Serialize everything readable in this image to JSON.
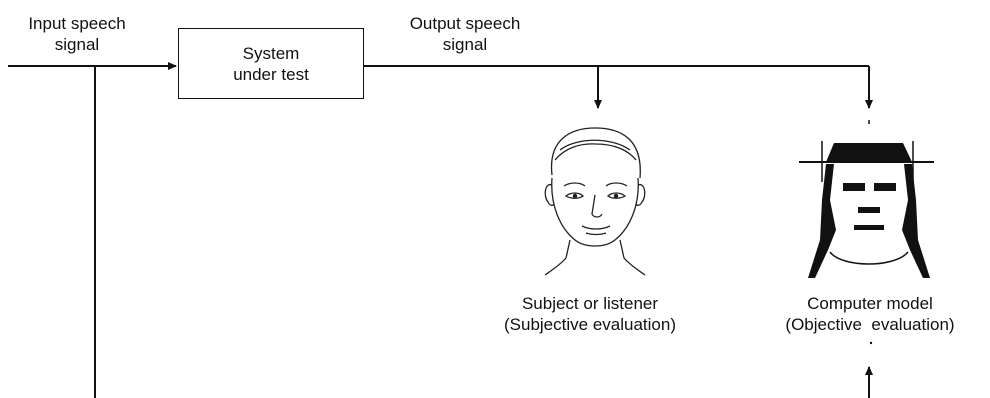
{
  "input_label": {
    "line1": "Input speech",
    "line2": "signal"
  },
  "system_box": {
    "line1": "System",
    "line2": "under test"
  },
  "output_label": {
    "line1": "Output speech",
    "line2": "signal"
  },
  "subject_label": {
    "line1": "Subject or listener",
    "line2": "(Subjective evaluation)"
  },
  "computer_label": {
    "line1": "Computer model",
    "line2": "(Objective  evaluation)"
  },
  "icons": {
    "subject": "human-face-icon",
    "computer": "computer-model-face-icon"
  }
}
